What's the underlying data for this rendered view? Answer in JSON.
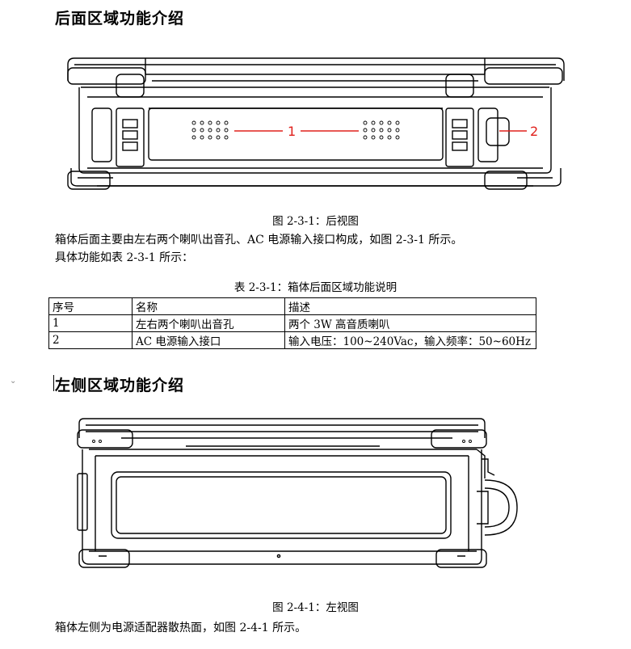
{
  "section1": {
    "title": "后面区域功能介绍"
  },
  "figure1": {
    "caption": "图 2-3-1：后视图",
    "callouts": [
      "1",
      "2"
    ]
  },
  "text1": {
    "line1": "箱体后面主要由左右两个喇叭出音孔、AC 电源输入接口构成，如图 2-3-1 所示。",
    "line2": "具体功能如表 2-3-1 所示："
  },
  "table1": {
    "caption": "表 2-3-1：箱体后面区域功能说明",
    "headers": [
      "序号",
      "名称",
      "描述"
    ],
    "rows": [
      [
        "1",
        "左右两个喇叭出音孔",
        "两个 3W 高音质喇叭"
      ],
      [
        "2",
        "AC 电源输入接口",
        "输入电压：100~240Vac，输入频率：50~60Hz"
      ]
    ]
  },
  "section2": {
    "title": "左侧区域功能介绍"
  },
  "figure2": {
    "caption": "图 2-4-1：左视图"
  },
  "text2": {
    "line1": "箱体左侧为电源适配器散热面，如图 2-4-1 所示。"
  },
  "colors": {
    "callout": "#e0201c",
    "line": "#000000"
  }
}
